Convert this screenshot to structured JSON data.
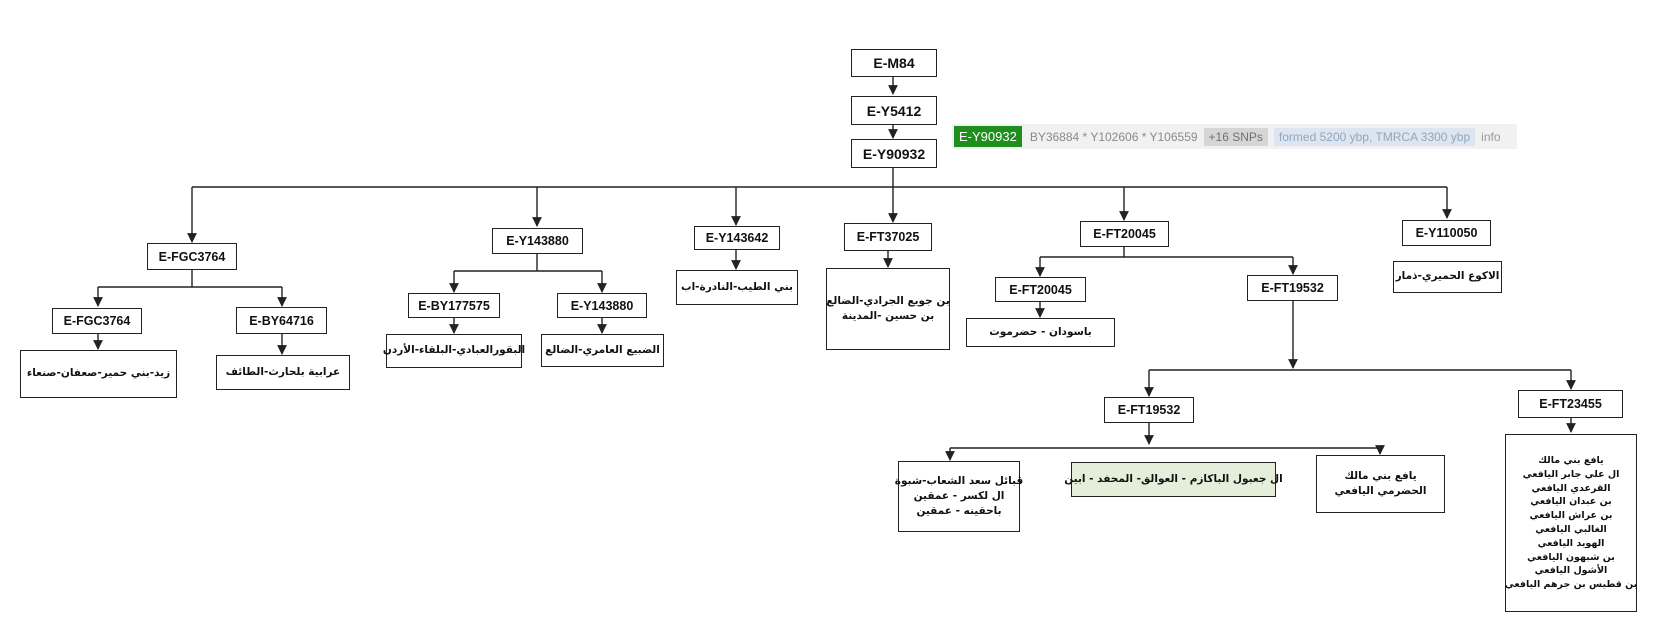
{
  "tree": {
    "root": "E-M84",
    "level2": "E-Y5412",
    "level3": "E-Y90932",
    "branch_fgc": {
      "label": "E-FGC3764",
      "child_a": {
        "label": "E-FGC3764",
        "leaf": "زيد-بني حمير-صعفان-صنعاء"
      },
      "child_b": {
        "label": "E-BY64716",
        "leaf": "عرابية بلحارث-الطائف"
      }
    },
    "branch_y143880": {
      "label": "E-Y143880",
      "child_a": {
        "label": "E-BY177575",
        "leaf": "البقورالعبادي-البلقاء-الأردن"
      },
      "child_b": {
        "label": "E-Y143880",
        "leaf": "الضبيع العامري-الضالع"
      }
    },
    "branch_y143642": {
      "label": "E-Y143642",
      "leaf": "بني الطيب-النادرة-اب"
    },
    "branch_ft37025": {
      "label": "E-FT37025",
      "leaf_lines": [
        "بن جويع الجرادي-الضالع",
        "بن حسين -المدينة"
      ]
    },
    "branch_ft20045": {
      "label": "E-FT20045",
      "child_a": {
        "label": "E-FT20045",
        "leaf": "باسودان - حضرموت"
      },
      "child_b": {
        "label": "E-FT19532",
        "sub_a": {
          "label": "E-FT19532",
          "leaf1_lines": [
            "قبائل سعد الشعاب-شبوة",
            "ال لكسر - عمقين",
            "باحقينه - عمقين"
          ],
          "leaf2": "ال جعبول الباكازم - العوالق- المحفد - ابين",
          "leaf3_lines": [
            "يافع بني مالك",
            "الحضرمي اليافعي"
          ]
        },
        "sub_b": {
          "label": "E-FT23455",
          "leaf_lines": [
            "يافع بني مالك",
            "ال علي جابر اليافعي",
            "القرعدي اليافعي",
            "بن عبدان اليافعي",
            "بن عراش اليافعي",
            "الغالبي اليافعي",
            "الهويد اليافعي",
            "بن شبهون اليافعي",
            "الأشول اليافعي",
            "بن قطيس بن جرهم اليافعي"
          ]
        }
      }
    },
    "branch_y110050": {
      "label": "E-Y110050",
      "leaf": "الاكوع الحميري-ذمار"
    }
  },
  "info_strip": {
    "snp_tag": "E-Y90932",
    "snp_list": "BY36884 * Y102606 * Y106559",
    "snp_count": "+16 SNPs",
    "formed": "formed 5200 ybp, TMRCA 3300 ybp",
    "info": "info"
  },
  "colors": {
    "line": "#222222",
    "snp_tag_bg": "#1e8f1e",
    "highlight_leaf_bg": "#e4eedb"
  }
}
